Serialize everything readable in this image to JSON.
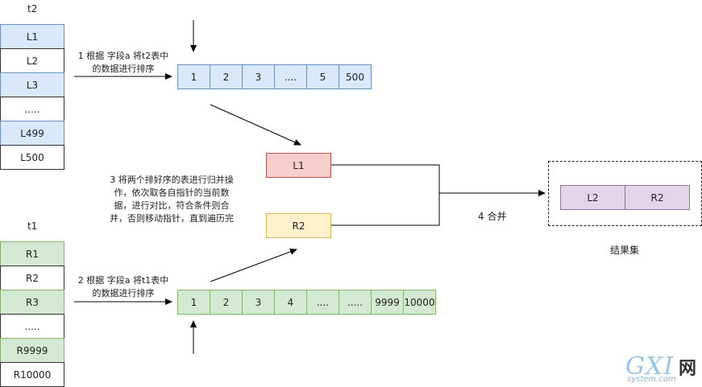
{
  "t2": {
    "title": "t2",
    "rows": [
      "L1",
      "L2",
      "L3",
      ".....",
      "L499",
      "L500"
    ]
  },
  "t1": {
    "title": "t1",
    "rows": [
      "R1",
      "R2",
      "R3",
      ".....",
      "R9999",
      "R10000"
    ]
  },
  "step1": {
    "line1": "1 根据 字段a 将t2表中",
    "line2": "的数据进行排序"
  },
  "step2": {
    "line1": "2 根据 字段a 将t1表中",
    "line2": "的数据进行排序"
  },
  "step3": {
    "line1": "3 将两个排好序的表进行归并操",
    "line2": "作，依次取各自指针的当前数",
    "line3": "据，进行对比，符合条件则合",
    "line4": "并，否则移动指针，直到遍历完"
  },
  "step4": {
    "label": "4 合并"
  },
  "sorted_t2": [
    "1",
    "2",
    "3",
    "....",
    "5",
    "500"
  ],
  "sorted_t1": [
    "1",
    "2",
    "3",
    "4",
    "....",
    ".....",
    "9999",
    "10000"
  ],
  "pointer_l": "L1",
  "pointer_r": "R2",
  "result": {
    "cells": [
      "L2",
      "R2"
    ],
    "caption": "结果集"
  },
  "watermark": {
    "logo": "GXI",
    "site": "system.com",
    "suffix": "网"
  }
}
